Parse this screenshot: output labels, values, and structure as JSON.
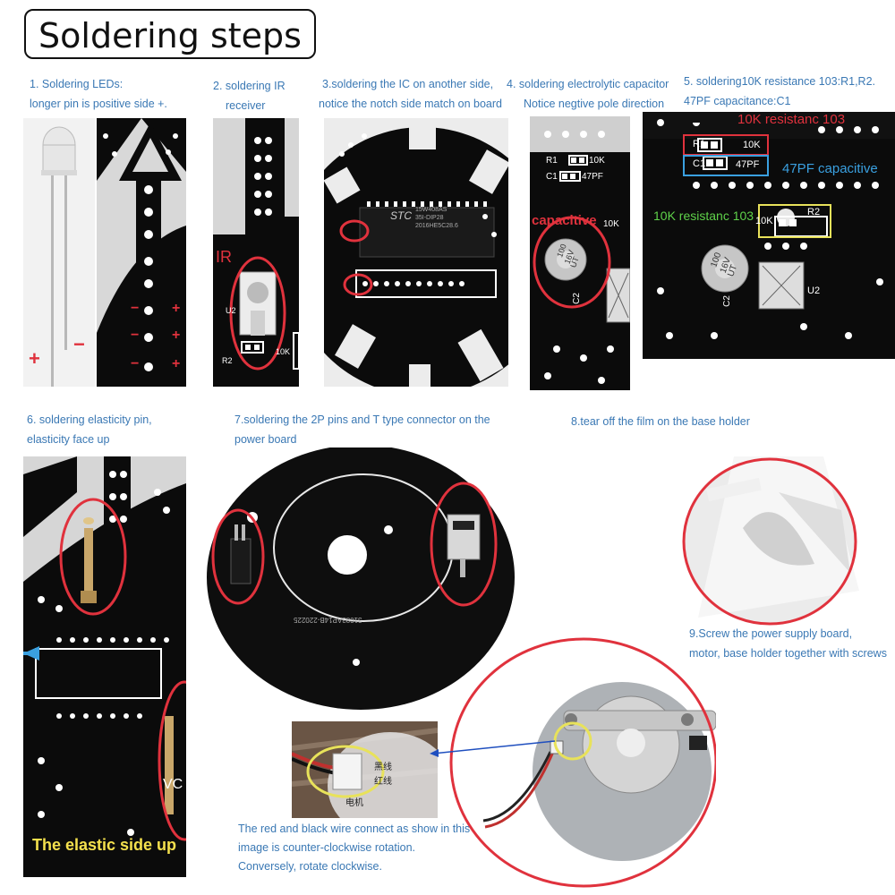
{
  "title": "Soldering steps",
  "step1": {
    "line1": "1. Soldering LEDs:",
    "line2": "longer pin is positive side +.",
    "plus": "+",
    "minus": "−",
    "pm_minus": "−",
    "pm_plus": "+"
  },
  "step2": {
    "line1": "2. soldering IR",
    "line2": "receiver",
    "ir_label": "IR",
    "u2": "U2",
    "r2": "R2",
    "k10": "10K"
  },
  "step3": {
    "line1": "3.soldering the IC on another side,",
    "line2": "notice the notch side match on board",
    "chip_brand": "STC",
    "chip_line1": "15W408AS",
    "chip_line2": "35I-DIP28",
    "chip_line3": "2016HE5C28.6"
  },
  "step4": {
    "line1": "4. soldering electrolytic capacitor",
    "line2": "Notice negtive pole direction",
    "r1": "R1",
    "k10": "10K",
    "c1": "C1",
    "pf": "47PF",
    "cap_label": "capacitive",
    "cap_val": "100",
    "cap_v": "16V",
    "cap_ut": "UT",
    "c2": "C2"
  },
  "step5": {
    "line1": "5. soldering10K resistance 103:R1,R2.",
    "line2": "47PF capacitance:C1",
    "annot_top": "10K resistanc 103",
    "annot_cap": "47PF capacitive",
    "annot_mid": "10K resistanc 103",
    "r1": "R1",
    "k10": "10K",
    "c1": "C1",
    "pf": "47PF",
    "r2": "R2",
    "k10b": "10K",
    "u2": "U2",
    "c2": "C2",
    "cap_val": "100",
    "cap_v": "16V",
    "cap_ut": "UT"
  },
  "step6": {
    "line1": "6. soldering elasticity pin,",
    "line2": "elasticity face up",
    "overlay": "The elastic side up",
    "vc": "VC"
  },
  "step7": {
    "line1": "7.soldering the 2P pins and T type connector on the",
    "line2": "power board",
    "serial": "31083AP14B-220225"
  },
  "step8": {
    "line1": "8.tear off the film on the base holder"
  },
  "step9": {
    "line1": "9.Screw the power supply board,",
    "line2": "motor, base holder together with screws"
  },
  "wire_note": {
    "line1": "The red and black wire connect as show in this",
    "line2": "image is counter-clockwise rotation.",
    "line3": "Conversely, rotate clockwise.",
    "cn1": "黑线",
    "cn2": "红线",
    "cn3": "电机"
  },
  "colors": {
    "caption": "#3a78b4",
    "highlight_red": "#e0323d",
    "highlight_yellow": "#e8e25a",
    "annot_blue": "#3aa0e0",
    "annot_green": "#5fd24a"
  }
}
